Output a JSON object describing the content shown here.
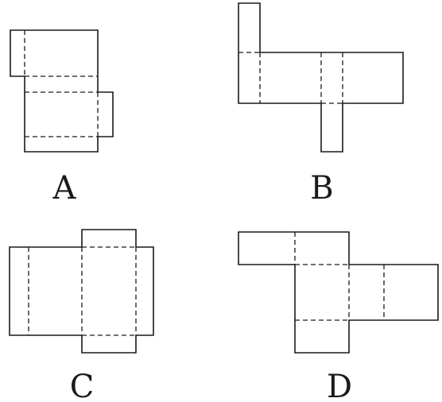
{
  "options": [
    {
      "id": "A",
      "label": "A"
    },
    {
      "id": "B",
      "label": "B"
    },
    {
      "id": "C",
      "label": "C"
    },
    {
      "id": "D",
      "label": "D"
    }
  ]
}
